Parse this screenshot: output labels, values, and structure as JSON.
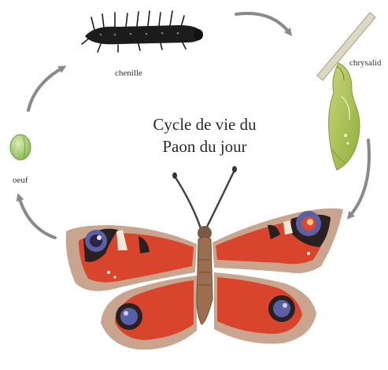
{
  "title": {
    "line1": "Cycle de vie du",
    "line2": "Paon du jour"
  },
  "stages": {
    "egg": "oeuf",
    "caterpillar": "chenille",
    "chrysalis": "chrysalid"
  },
  "colors": {
    "arrow": "#8a8a8a",
    "egg": "#9cc86a",
    "caterpillar": "#1c1c1c",
    "chrysalis": "#a9bf5a",
    "wing_red": "#d9452c",
    "wing_edge": "#c9a48e",
    "wing_dark": "#2b2020",
    "eyespot_blue": "#5b5fa6",
    "body": "#9b6e4f"
  },
  "icons": [
    "egg-icon",
    "caterpillar-icon",
    "chrysalis-icon",
    "butterfly-icon",
    "cycle-arrow-icon"
  ]
}
